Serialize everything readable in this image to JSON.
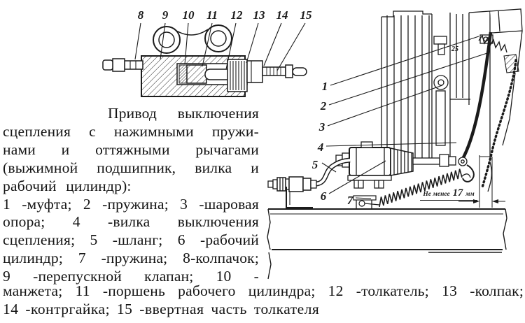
{
  "page": {
    "background": "#ffffff",
    "ink": "#1b1b1b"
  },
  "caption": {
    "lines": [
      {
        "text": "Привод выключения"
      },
      {
        "text": "сцепления с нажимными пружи-"
      },
      {
        "text": "нами и оттяжными рычагами"
      },
      {
        "text": "(выжимной подшипник, вилка и"
      },
      {
        "text": "рабочий цилиндр):"
      },
      {
        "text": "1 -муфта; 2 -пружина; 3 -шаровая"
      },
      {
        "text": "опора; 4 -вилка выключения"
      },
      {
        "text": "сцепления; 5 -шланг; 6 -рабочий"
      },
      {
        "text": "цилиндр; 7 -пружина; 8-колпачок;"
      },
      {
        "text": "9 -перепускной клапан; 10 -"
      }
    ],
    "full_lines": [
      {
        "text": "манжета; 11 -поршень рабочего цилиндра; 12 -толкатель; 13 -колпак;"
      },
      {
        "text": "14 -контргайка; 15 -ввертная часть толкателя"
      }
    ]
  },
  "cylinder_section": {
    "callouts": [
      {
        "label": "8"
      },
      {
        "label": "9"
      },
      {
        "label": "10"
      },
      {
        "label": "11"
      },
      {
        "label": "12"
      },
      {
        "label": "13"
      },
      {
        "label": "14"
      },
      {
        "label": "15"
      }
    ]
  },
  "clutch_assembly": {
    "callouts": [
      {
        "label": "1"
      },
      {
        "label": "2"
      },
      {
        "label": "3"
      },
      {
        "label": "4"
      },
      {
        "label": "5"
      },
      {
        "label": "6"
      },
      {
        "label": "7"
      }
    ],
    "dimension": {
      "prefix": "Не менее",
      "value": "17",
      "unit": "мм"
    },
    "inline_label": "25"
  }
}
